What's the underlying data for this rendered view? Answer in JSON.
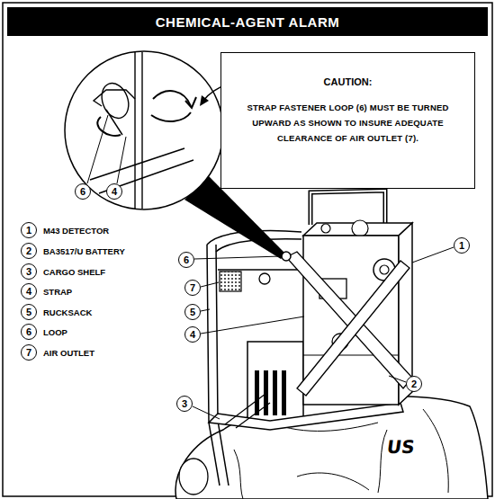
{
  "diagram": {
    "title": "CHEMICAL-AGENT ALARM",
    "nodes": [
      {
        "text": [
          "CAUTION:",
          "STRAP FASTENER LOOP (6) MUST BE TURNED UPWARD AS SHOWN TO INSURE ADEQUATE CLEARANCE OF AIR OUTLET (7)."
        ]
      },
      {
        "text": [
          "1"
        ]
      },
      {
        "text": [
          "2"
        ]
      },
      {
        "text": [
          "3"
        ]
      },
      {
        "text": [
          "4"
        ]
      },
      {
        "text": [
          "5"
        ]
      },
      {
        "text": [
          "6"
        ]
      },
      {
        "text": [
          "7"
        ]
      },
      {
        "text": [
          "6"
        ]
      },
      {
        "text": [
          "4"
        ]
      },
      {
        "text": [
          "1"
        ]
      },
      {
        "text": [
          "6"
        ]
      },
      {
        "text": [
          "7"
        ]
      },
      {
        "text": [
          "5"
        ]
      },
      {
        "text": [
          "4"
        ]
      },
      {
        "text": [
          "2"
        ]
      },
      {
        "text": [
          "3"
        ]
      }
    ],
    "labels": [
      "M43 DETECTOR",
      "BA3517/U BATTERY",
      "CARGO SHELF",
      "STRAP",
      "RUCKSACK",
      "LOOP",
      "AIR OUTLET",
      "US"
    ]
  }
}
